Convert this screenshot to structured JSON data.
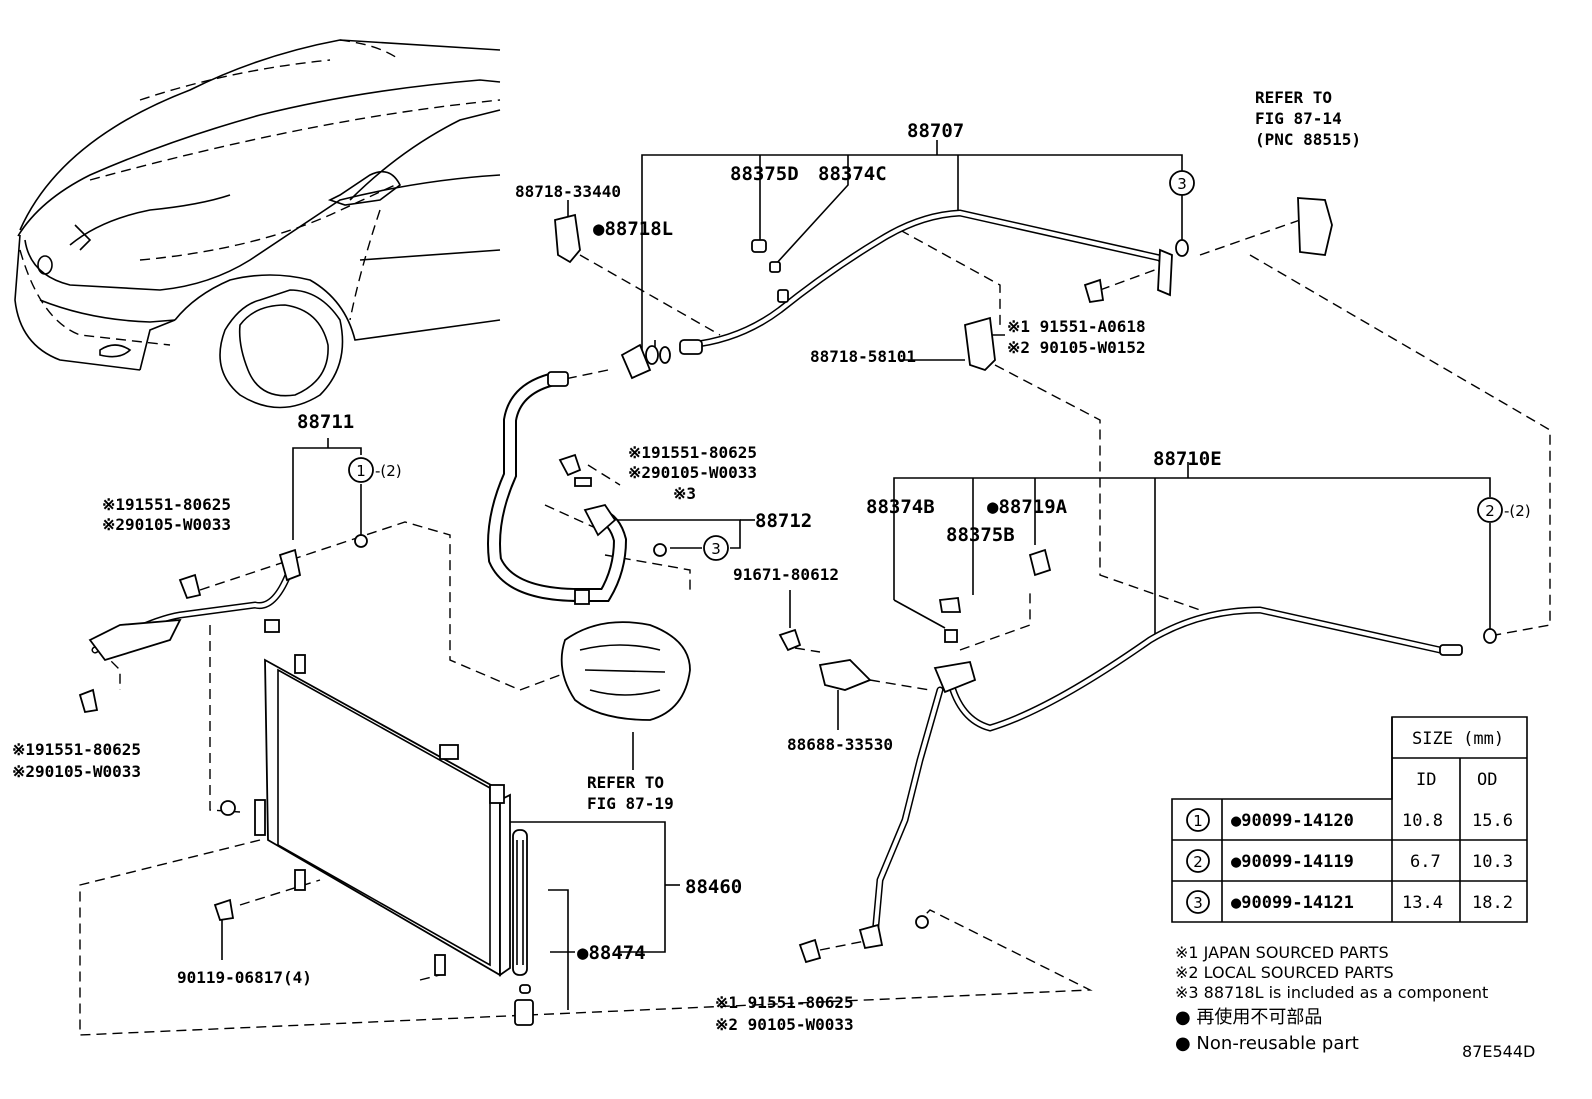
{
  "parts": {
    "p88707": "88707",
    "p88718_33440": "88718-33440",
    "p88718L": "●88718L",
    "p88375D": "88375D",
    "p88374C": "88374C",
    "circle3_top": "3",
    "refer_top_1": "REFER TO",
    "refer_top_2": "FIG 87-14",
    "refer_top_3": "(PNC 88515)",
    "p91551_A0618": "※1 91551-A0618",
    "p90105_W0152": "※2 90105-W0152",
    "p88718_58101": "88718-58101",
    "p88711": "88711",
    "circle1": "1",
    "circle1_qty": "-(2)",
    "left_a1": "※191551-80625",
    "left_a2": "※290105-W0033",
    "left_b1": "※191551-80625",
    "left_b2": "※290105-W0033",
    "mid_a1": "※191551-80625",
    "mid_a2": "※290105-W0033",
    "note3": "※3",
    "p88712": "88712",
    "circle3_mid": "3",
    "refer_mid_1": "REFER TO",
    "refer_mid_2": "FIG 87-19",
    "p88710E": "88710E",
    "p88374B": "88374B",
    "p88719A": "●88719A",
    "p88375B": "88375B",
    "circle2": "2",
    "circle2_qty": "-(2)",
    "p91671_80612": "91671-80612",
    "p88688_33530": "88688-33530",
    "p88460": "88460",
    "p88474": "●88474",
    "p90119": "90119-06817(4)",
    "bottom_1": "※1  91551-80625",
    "bottom_2": "※2  90105-W0033"
  },
  "size_table": {
    "title": "SIZE (mm)",
    "col_id": "ID",
    "col_od": "OD",
    "rows": [
      {
        "key": "1",
        "part": "●90099-14120",
        "id": "10.8",
        "od": "15.6"
      },
      {
        "key": "2",
        "part": "●90099-14119",
        "id": "6.7",
        "od": "10.3"
      },
      {
        "key": "3",
        "part": "●90099-14121",
        "id": "13.4",
        "od": "18.2"
      }
    ]
  },
  "notes": {
    "n1": "※1 JAPAN SOURCED PARTS",
    "n2": "※2 LOCAL SOURCED PARTS",
    "n3": "※3  88718L is included as a component",
    "n4": "● 再使用不可部品",
    "n5": "● Non-reusable part"
  },
  "figure_id": "87E544D"
}
